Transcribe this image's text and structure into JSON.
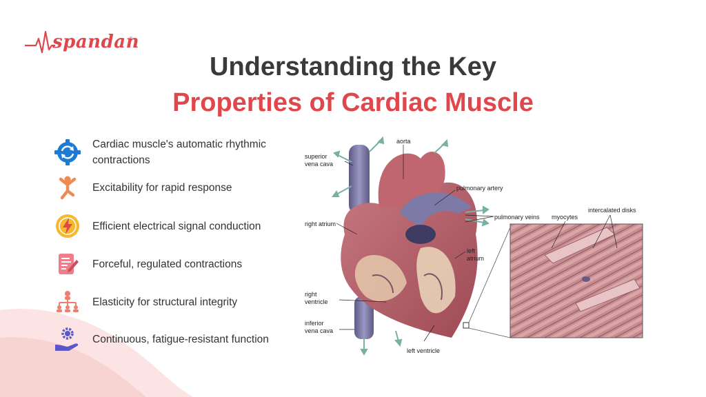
{
  "logo": {
    "text": "spandan",
    "reg": "®"
  },
  "title": {
    "line1": "Understanding the Key",
    "line2": "Properties of Cardiac Muscle"
  },
  "features": [
    {
      "icon": "rotation-gear-icon",
      "text": "Cardiac muscle's automatic rhythmic contractions"
    },
    {
      "icon": "jumping-person-icon",
      "text": "Excitability for rapid response"
    },
    {
      "icon": "lightning-bolt-icon",
      "text": "Efficient electrical signal conduction"
    },
    {
      "icon": "document-pen-icon",
      "text": "Forceful, regulated contractions"
    },
    {
      "icon": "hierarchy-structure-icon",
      "text": "Elasticity for structural integrity"
    },
    {
      "icon": "gear-in-hand-icon",
      "text": "Continuous, fatigue-resistant function"
    }
  ],
  "diagram": {
    "labels": {
      "aorta": "aorta",
      "superior_vena_cava_1": "superior",
      "superior_vena_cava_2": "vena cava",
      "pulmonary_artery": "pulmonary artery",
      "pulmonary_veins": "pulmonary veins",
      "right_atrium": "right atrium",
      "left_atrium_1": "left",
      "left_atrium_2": "atrium",
      "right_ventricle_1": "right",
      "right_ventricle_2": "ventricle",
      "inferior_vena_cava_1": "inferior",
      "inferior_vena_cava_2": "vena cava",
      "left_ventricle": "left ventricle",
      "myocytes": "myocytes",
      "intercalated_disks": "intercalated disks"
    }
  },
  "colors": {
    "accent": "#e0474c",
    "title_dark": "#3a3a3a"
  }
}
